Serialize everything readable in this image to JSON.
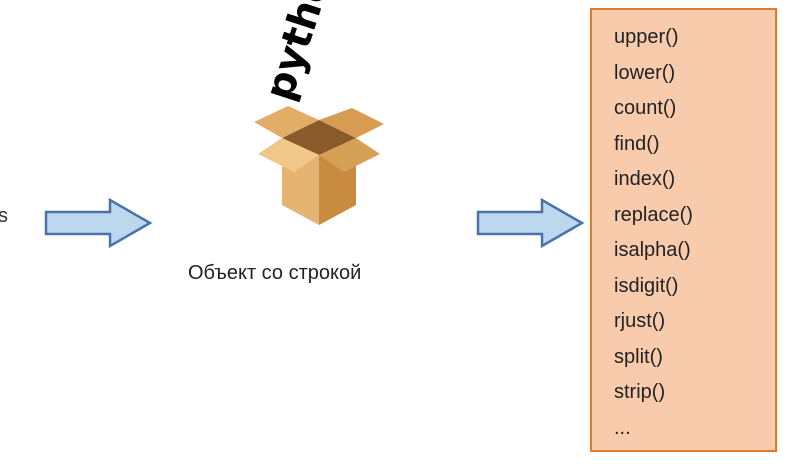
{
  "left_label": "s",
  "caption": "Объект со строкой",
  "box_word": "python",
  "methods": [
    "upper()",
    "lower()",
    "count()",
    "find()",
    "index()",
    "replace()",
    "isalpha()",
    "isdigit()",
    "rjust()",
    "split()",
    "strip()",
    "..."
  ],
  "colors": {
    "arrow_fill": "#bdd7ee",
    "arrow_stroke": "#4a74a8",
    "panel_fill": "#f8cbad",
    "panel_border": "#e07b2e",
    "box_main": "#d9a35b"
  },
  "icons": [
    "arrow-right-icon",
    "cardboard-box-icon"
  ]
}
